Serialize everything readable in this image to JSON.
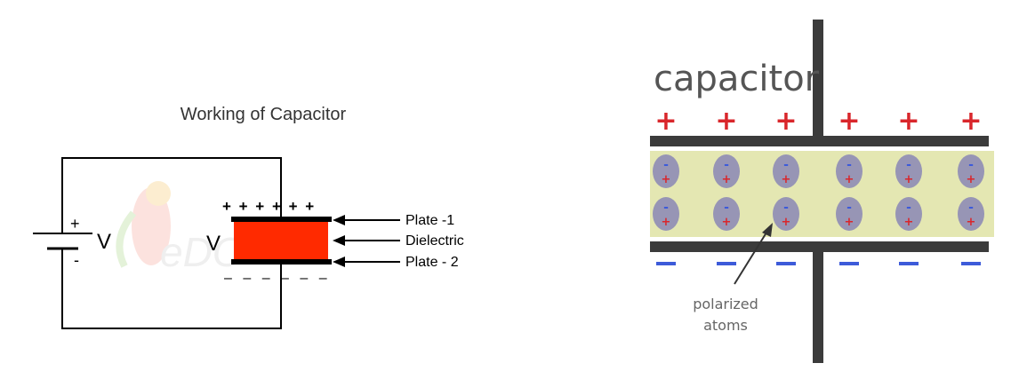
{
  "left_diagram": {
    "title": "Working of Capacitor",
    "battery_plus": "+",
    "battery_minus": "-",
    "battery_voltage": "V",
    "capacitor_voltage": "V",
    "top_charge": "+ + + + + +",
    "bottom_charge": "– – – – – –",
    "labels": {
      "plate1": "Plate -1",
      "dielectric": "Dielectric",
      "plate2": "Plate - 2"
    },
    "colors": {
      "dielectric": "#ff2a00",
      "plate": "#000000",
      "wire": "#000000"
    }
  },
  "right_diagram": {
    "title": "capacitor",
    "plus_sign": "+",
    "minus_sign": "–",
    "atom_minus": "-",
    "atom_plus": "+",
    "annotation_line1": "polarized",
    "annotation_line2": "atoms",
    "colors": {
      "plate": "#3b3b3b",
      "dielectric": "#e4e7b2",
      "atom": "#9795b5",
      "positive": "#d9262b",
      "negative": "#3d5bd9"
    }
  }
}
